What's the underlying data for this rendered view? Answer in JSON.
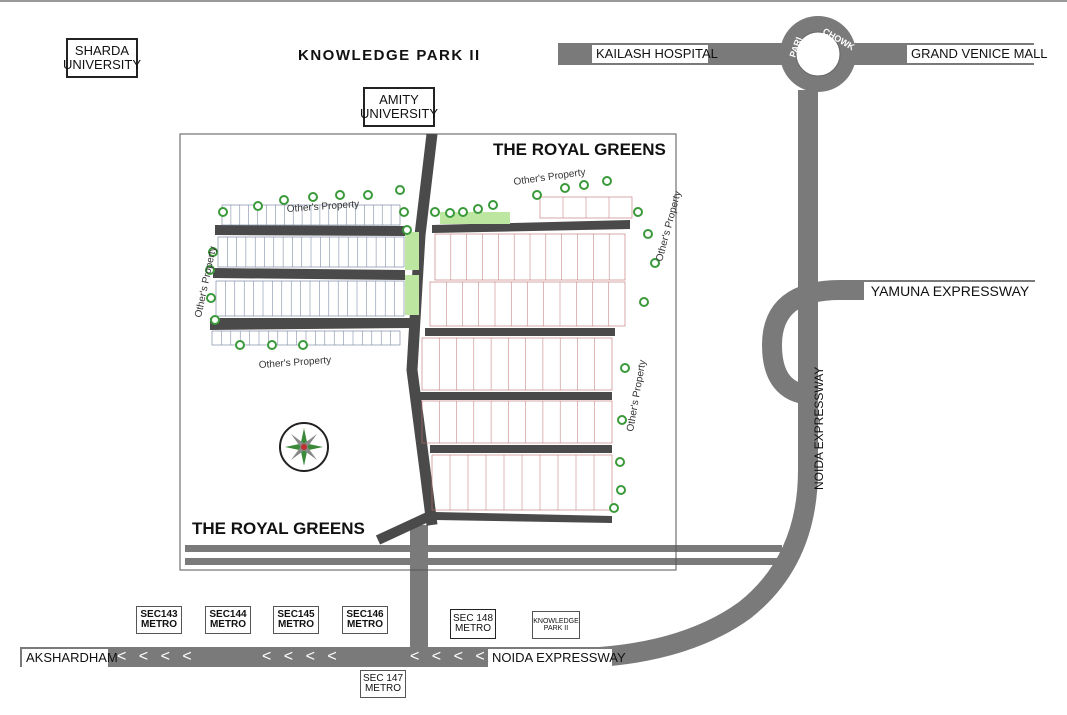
{
  "landmarks": {
    "sharda_university": [
      "SHARDA",
      "UNIVERSITY"
    ],
    "amity_university": [
      "AMITY",
      "UNIVERSITY"
    ],
    "knowledge_park": "KNOWLEDGE PARK II"
  },
  "roads": {
    "kailash_hospital": "KAILASH HOSPITAL",
    "grand_venice_mall": "GRAND VENICE MALL",
    "pari_chowk": "PARI CHOWK",
    "yamuna_expressway": "YAMUNA EXPRESSWAY",
    "noida_expressway_vertical": "NOIDA EXPRESSWAY",
    "noida_expressway_bottom": "NOIDA EXPRESSWAY",
    "akshardham": "AKSHARDHAM",
    "arrows": "< < < <"
  },
  "project": {
    "title_top": "THE ROYAL GREENS",
    "title_bottom": "THE ROYAL GREENS",
    "others_property": "Other's Property"
  },
  "metro": {
    "sec143": [
      "SEC143",
      "METRO"
    ],
    "sec144": [
      "SEC144",
      "METRO"
    ],
    "sec145": [
      "SEC145",
      "METRO"
    ],
    "sec146": [
      "SEC146",
      "METRO"
    ],
    "sec148": [
      "SEC 148",
      "METRO"
    ],
    "knowledge_park": [
      "KNOWLEDGE",
      "PARK II"
    ],
    "sec147": [
      "SEC 147",
      "METRO"
    ]
  },
  "colors": {
    "road": "#7a7a7a",
    "road_dark": "#4a4a4a",
    "green": "#bde6a0",
    "tree": "#3a9a3a",
    "plot_line": "#c07070"
  }
}
